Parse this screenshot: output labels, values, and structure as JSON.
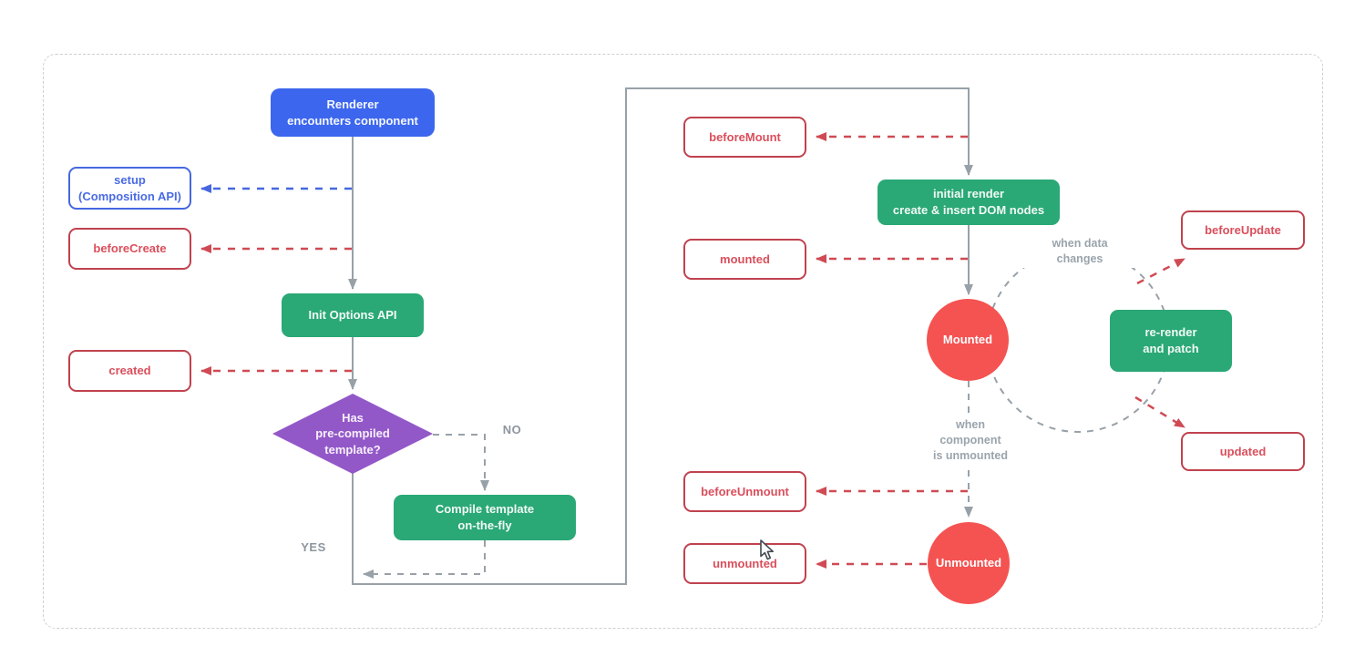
{
  "diagram": {
    "description": "Vue component lifecycle flowchart",
    "nodes": {
      "renderer": "Renderer\nencounters component",
      "setup": "setup\n(Composition API)",
      "before_create": "beforeCreate",
      "init_options": "Init Options API",
      "created": "created",
      "has_template": "Has\npre-compiled\ntemplate?",
      "compile": "Compile template\non-the-fly",
      "before_mount": "beforeMount",
      "initial_render": "initial render\ncreate & insert DOM nodes",
      "mounted_hook": "mounted",
      "mounted_state": "Mounted",
      "re_render": "re-render\nand patch",
      "before_update": "beforeUpdate",
      "updated": "updated",
      "before_unmount": "beforeUnmount",
      "unmounted_hook": "unmounted",
      "unmounted_state": "Unmounted"
    },
    "labels": {
      "no": "NO",
      "yes": "YES",
      "when_data_changes": "when data\nchanges",
      "when_component_unmounted": "when\ncomponent\nis unmounted"
    },
    "colors": {
      "blue_fill": "#3C66EE",
      "green_fill": "#2AA876",
      "red_fill": "#F45352",
      "purple_fill": "#9358C8",
      "red_outline": "#C0424E",
      "red_text": "#DA4F5C",
      "blue_outline": "#4667E0",
      "gray_line": "#98A1A8",
      "canvas_border": "#CFCFCF"
    }
  }
}
